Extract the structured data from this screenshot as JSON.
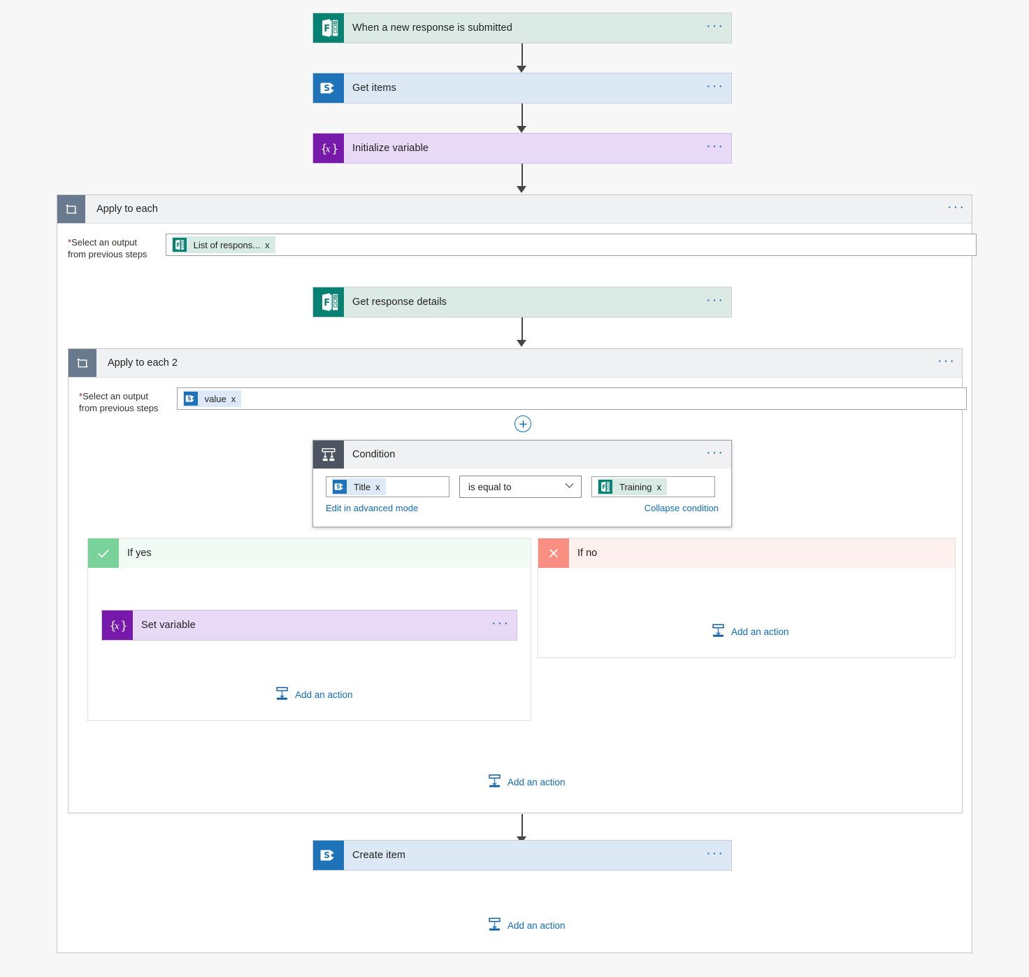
{
  "flow": {
    "steps": [
      {
        "id": "trigger",
        "label": "When a new response is submitted",
        "icon": "forms-icon",
        "theme": "teal"
      },
      {
        "id": "getitems",
        "label": "Get items",
        "icon": "sharepoint-icon",
        "theme": "blue"
      },
      {
        "id": "initvar",
        "label": "Initialize variable",
        "icon": "variable-icon",
        "theme": "purple"
      }
    ],
    "loop1": {
      "title": "Apply to each",
      "icon": "loop-icon",
      "field_label_line1": "Select an output",
      "field_label_line2": "from previous steps",
      "required_marker": "*",
      "token": {
        "text": "List of respons...",
        "icon": "forms-icon",
        "theme": "teal",
        "remove": "x"
      },
      "inner_step": {
        "label": "Get response details",
        "icon": "forms-icon",
        "theme": "teal"
      }
    },
    "loop2": {
      "title": "Apply to each 2",
      "icon": "loop-icon",
      "field_label_line1": "Select an output",
      "field_label_line2": "from previous steps",
      "required_marker": "*",
      "token": {
        "text": "value",
        "icon": "sharepoint-icon",
        "theme": "blue",
        "remove": "x"
      },
      "add_button": "plus-icon"
    },
    "condition": {
      "title": "Condition",
      "icon": "condition-icon",
      "left_token": {
        "text": "Title",
        "icon": "sharepoint-icon",
        "theme": "blue",
        "remove": "x"
      },
      "operator": "is equal to",
      "right_token": {
        "text": "Training",
        "icon": "forms-icon",
        "theme": "teal",
        "remove": "x"
      },
      "advanced_link": "Edit in advanced mode",
      "collapse_link": "Collapse condition"
    },
    "branch_yes": {
      "title": "If yes",
      "icon": "check-icon",
      "action": {
        "label": "Set variable",
        "icon": "variable-icon",
        "theme": "purple"
      },
      "add_action": "Add an action"
    },
    "branch_no": {
      "title": "If no",
      "icon": "close-icon",
      "add_action": "Add an action"
    },
    "loop2_add_action": "Add an action",
    "final_step": {
      "label": "Create item",
      "icon": "sharepoint-icon",
      "theme": "blue"
    },
    "loop1_add_action": "Add an action",
    "ellipsis": "···"
  },
  "colors": {
    "canvas": "#f7f7f7",
    "teal_card": "#dceae5",
    "blue_card": "#dce8f4",
    "purple_card": "#e8d9f7",
    "forms_brand": "#078272",
    "sharepoint_brand": "#1e72b8",
    "variable_brand": "#7719aa",
    "scope_icon": "#69798e",
    "condition_icon": "#4c5561",
    "yes_green": "#7ad29b",
    "no_red": "#f98f82",
    "link_blue": "#0f6cbd",
    "connector": "#484644"
  }
}
